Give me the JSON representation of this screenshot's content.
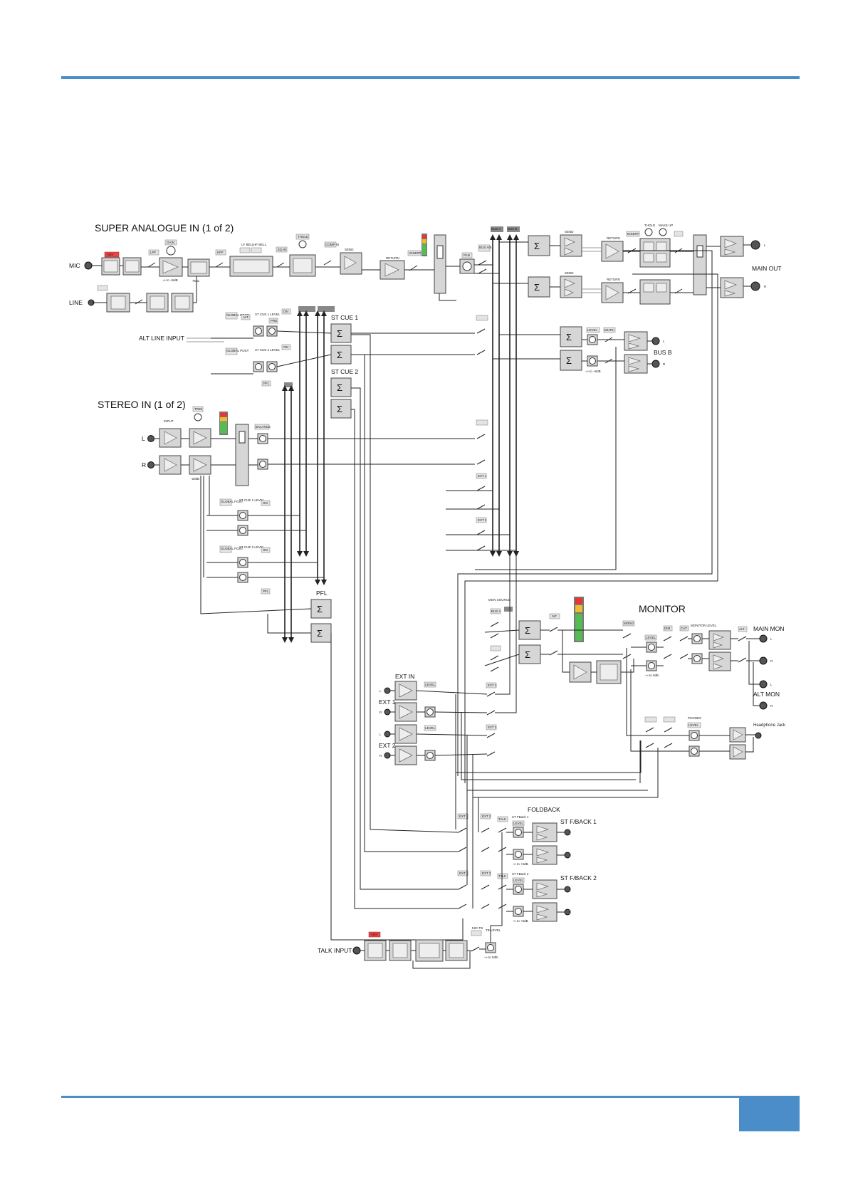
{
  "page": {
    "accent_color": "#4a8dc8",
    "page_number": ""
  },
  "diagram": {
    "sections": {
      "super_analogue": "SUPER ANALOGUE IN (1 of 2)",
      "stereo_in": "STEREO IN (1 of 2)",
      "st_cue_1": "ST CUE 1",
      "st_cue_2": "ST CUE 2",
      "pfl": "PFL",
      "monitor": "MONITOR",
      "ext_in": "EXT IN",
      "foldback": "FOLDBACK",
      "st_fback_1": "ST F/BACK 1",
      "st_fback_2": "ST F/BACK 2",
      "mon_source": "MON SOURCE"
    },
    "io_labels": {
      "mic": "MIC",
      "line": "LINE",
      "alt_line_input": "ALT LINE INPUT",
      "main_out": "MAIN OUT",
      "bus_b": "BUS B",
      "stereo_l": "L",
      "stereo_r": "R",
      "ext_1": "EXT 1",
      "ext_2": "EXT 2",
      "main_mon": "MAIN MON",
      "alt_mon": "ALT MON",
      "headphone_jack": "Headphone Jack",
      "talk_input": "TALK INPUT",
      "left": "L",
      "right": "R"
    },
    "small_labels": {
      "lpf": "LPF",
      "hpf": "HPF",
      "gain": "GAIN",
      "lp_bell": "LF BELL",
      "hf_bell": "HF BELL",
      "eq_in": "EQ IN",
      "thold": "THOLD",
      "comp_in": "COMP IN",
      "send": "SEND",
      "return": "RETURN",
      "insert": "INSERT",
      "pan": "PAN",
      "bus_a_b": "BUS A/B",
      "make_up": "MAKE UP",
      "global_post": "GLOBAL POST",
      "st_cue_1_level": "ST CUE 1 LEVEL",
      "st_cue_2_level": "ST CUE 2 LEVEL",
      "on": "ON",
      "pre": "PRE",
      "alt": "ALT",
      "input": "INPUT",
      "trim": "TRIM",
      "balance": "BALANCE",
      "level": "LEVEL",
      "mute": "MUTE",
      "mono": "MONO",
      "dim": "DIM",
      "cut": "CUT",
      "monitor_level": "MONITOR LEVEL",
      "ext1": "EXT 1",
      "ext2": "EXT 2",
      "talk": "TALK",
      "phones": "PHONES",
      "fback_1": "ST FBack 1",
      "fback_2": "ST FBack 2",
      "mic_tb": "MIC TB",
      "tb_level": "TB LEVEL",
      "bus_a": "BUS A",
      "bus_b_tag": "BUS B",
      "ivf": "IVF",
      "sum": "Σ",
      "plus48": "+48V",
      "ohm": "75 Ω",
      "range_a": "-∞ to +6dB",
      "range_b": "-∞ to 0dB",
      "twenty_db": "-20dB"
    }
  }
}
